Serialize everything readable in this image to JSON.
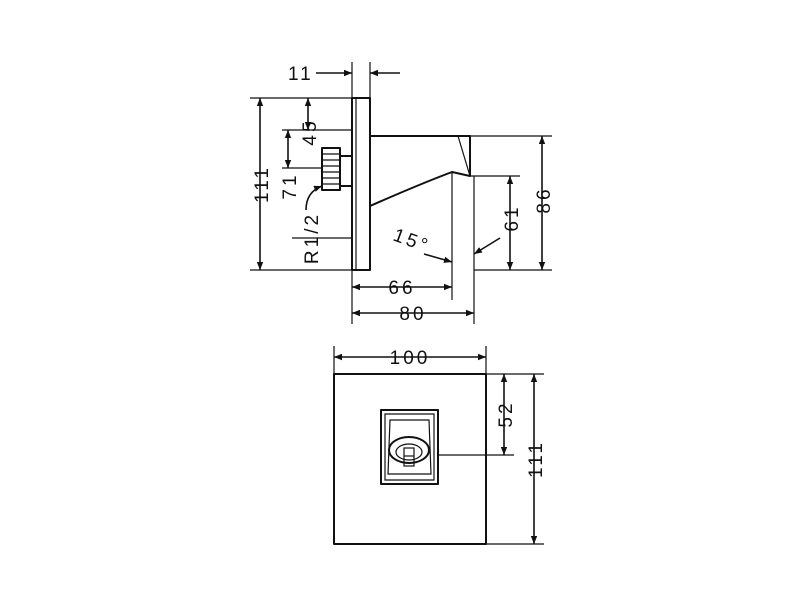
{
  "side_view": {
    "dim_plate_thickness": "11",
    "dim_total_height": "111",
    "dim_top_offset": "45",
    "dim_connector_height": "71",
    "dim_thread": "R1/2",
    "dim_angle": "15°",
    "dim_spout_depth": "66",
    "dim_total_depth": "80",
    "dim_outlet_height": "61",
    "dim_spout_height": "86"
  },
  "front_view": {
    "dim_width": "100",
    "dim_center_offset": "52",
    "dim_height": "111"
  }
}
